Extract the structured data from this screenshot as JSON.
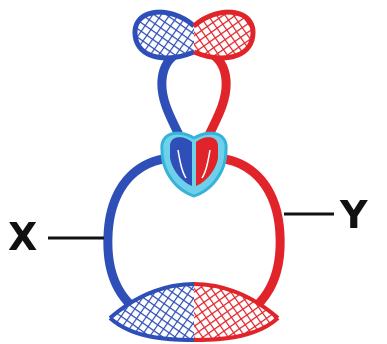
{
  "labels": {
    "left": "X",
    "right": "Y"
  },
  "colors": {
    "deoxygenated": "#2f4fb8",
    "oxygenated": "#e0242a",
    "heart_base": "#6fd0ea",
    "heart_base_dark": "#35b3d8",
    "pointer_line": "#111111"
  },
  "icons": {
    "heart": "heart-icon",
    "lung_capillary_bed": "capillary-bed",
    "body_capillary_bed": "capillary-bed"
  }
}
